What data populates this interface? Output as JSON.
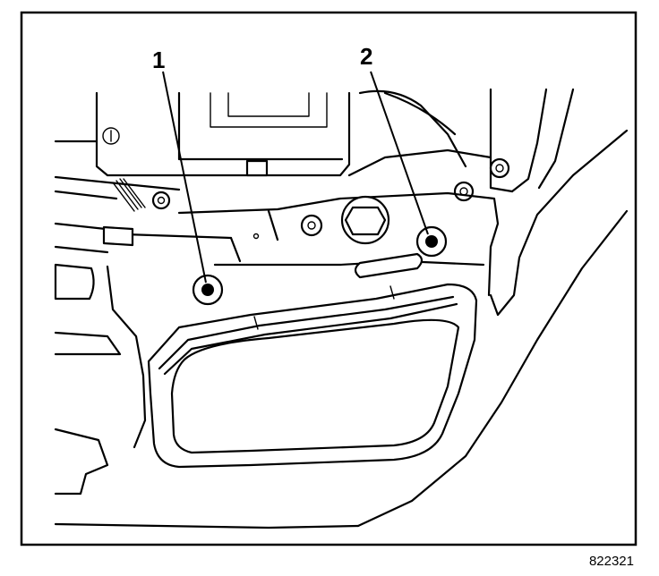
{
  "callouts": [
    {
      "label": "1",
      "part": "fastener-1"
    },
    {
      "label": "2",
      "part": "fastener-2"
    }
  ],
  "figure_id": "822321"
}
